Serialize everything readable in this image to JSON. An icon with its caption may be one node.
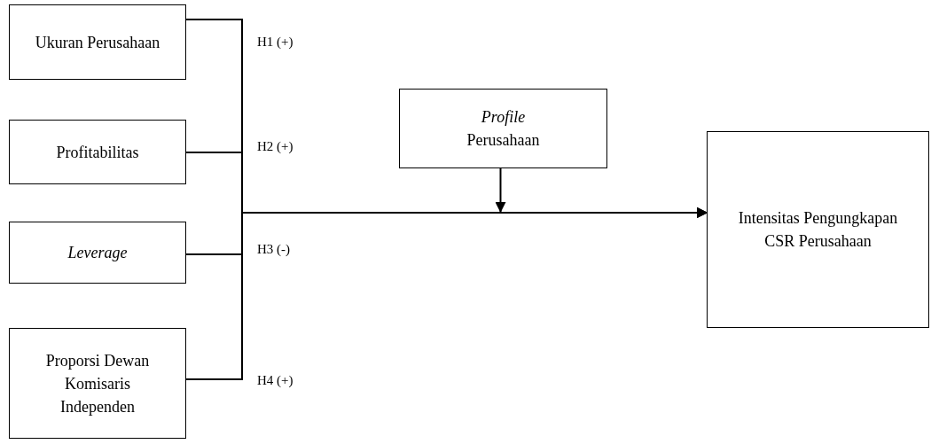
{
  "diagram": {
    "nodes": [
      {
        "text": [
          "Ukuran Perusahaan"
        ]
      },
      {
        "text": [
          "Profitabilitas"
        ]
      },
      {
        "text": [
          "Leverage"
        ]
      },
      {
        "text": [
          "Proporsi Dewan Komisaris Independen"
        ]
      },
      {
        "text": [
          "*Profile* Perusahaan"
        ]
      },
      {
        "text": [
          "Intensitas Pengungkapan CSR Perusahaan"
        ]
      }
    ],
    "edges": [
      {
        "from": 0,
        "to": 5,
        "arrow": "to",
        "label": "H1 (+)"
      },
      {
        "from": 1,
        "to": 5,
        "arrow": "to",
        "label": "H2 (+)"
      },
      {
        "from": 2,
        "to": 5,
        "arrow": "to",
        "label": "H3 (-)"
      },
      {
        "from": 3,
        "to": 5,
        "arrow": "to",
        "label": "H4 (+)"
      },
      {
        "from": 4,
        "to": null,
        "arrow": "to"
      }
    ]
  }
}
